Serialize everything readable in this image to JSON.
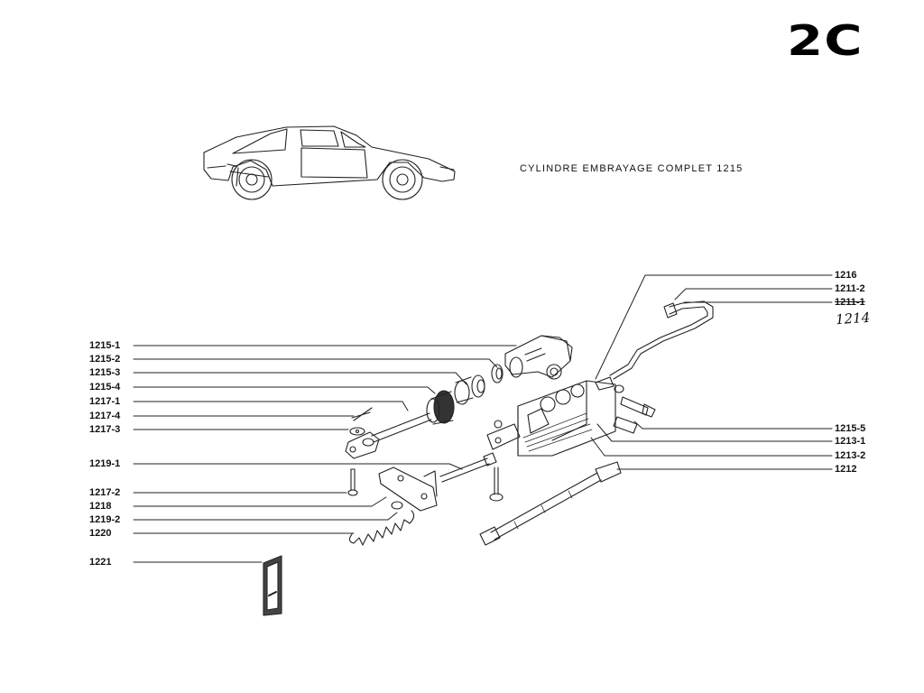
{
  "page": {
    "section_code": "2C",
    "title": "CYLINDRE EMBRAYAGE COMPLET 1215",
    "handwritten_note": "1214"
  },
  "labels_left": [
    "1215-1",
    "1215-2",
    "1215-3",
    "1215-4",
    "1217-1",
    "1217-4",
    "1217-3",
    "1219-1",
    "1217-2",
    "1218",
    "1219-2",
    "1220",
    "1221"
  ],
  "labels_right": [
    "1216",
    "1211-2",
    "1211-1",
    "1215-5",
    "1213-1",
    "1213-2",
    "1212"
  ],
  "struck_labels": [
    "1211-1"
  ]
}
